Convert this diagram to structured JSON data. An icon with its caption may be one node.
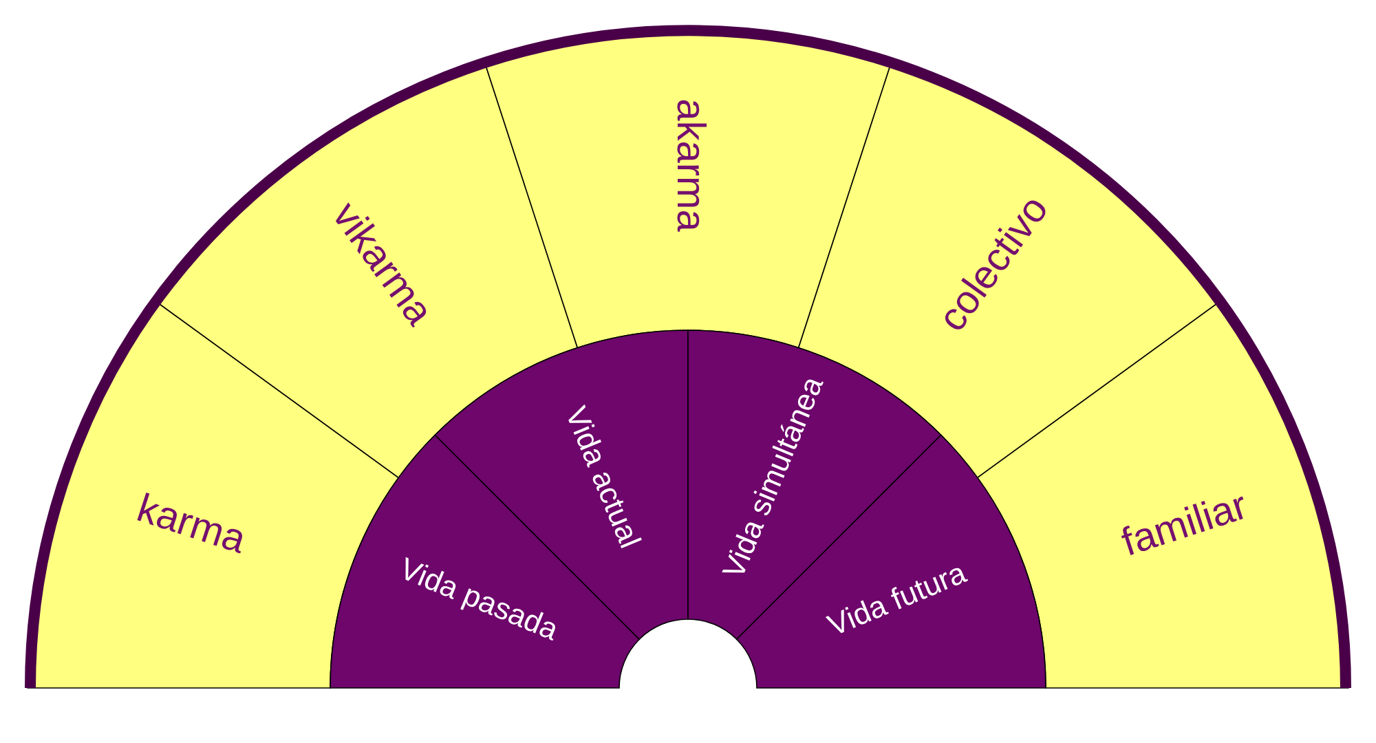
{
  "diagram": {
    "nodes": [
      {
        "text": [
          "karma"
        ]
      },
      {
        "text": [
          "vikarma"
        ]
      },
      {
        "text": [
          "akarma"
        ]
      },
      {
        "text": [
          "colectivo"
        ]
      },
      {
        "text": [
          "familiar"
        ]
      },
      {
        "text": [
          "Vida pasada"
        ]
      },
      {
        "text": [
          "Vida actual"
        ]
      },
      {
        "text": [
          "Vida simultánea"
        ]
      },
      {
        "text": [
          "Vida futura"
        ]
      }
    ]
  }
}
